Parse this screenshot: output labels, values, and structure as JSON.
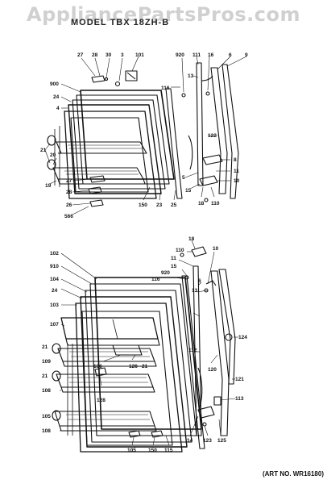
{
  "header": {
    "watermark": "AppliancePartsPros.com",
    "model": "MODEL TBX 18ZH-B"
  },
  "footer": {
    "art_number": "(ART NO. WR16180)"
  },
  "top_callouts": [
    "27",
    "28",
    "30",
    "3",
    "101",
    "920",
    "111",
    "16",
    "6",
    "9",
    "900",
    "24",
    "4",
    "116",
    "13",
    "122",
    "21",
    "20",
    "19",
    "8",
    "11",
    "10",
    "27",
    "28",
    "26",
    "566",
    "5",
    "150",
    "23",
    "25",
    "15",
    "18",
    "110"
  ],
  "bottom_callouts": [
    "102",
    "910",
    "104",
    "24",
    "103",
    "107",
    "21",
    "109",
    "21",
    "108",
    "105",
    "108",
    "18",
    "110",
    "10",
    "11",
    "15",
    "920",
    "116",
    "6",
    "13",
    "112",
    "124",
    "120",
    "121",
    "113",
    "106",
    "126",
    "21",
    "128",
    "14",
    "123",
    "125",
    "105",
    "150",
    "115"
  ]
}
